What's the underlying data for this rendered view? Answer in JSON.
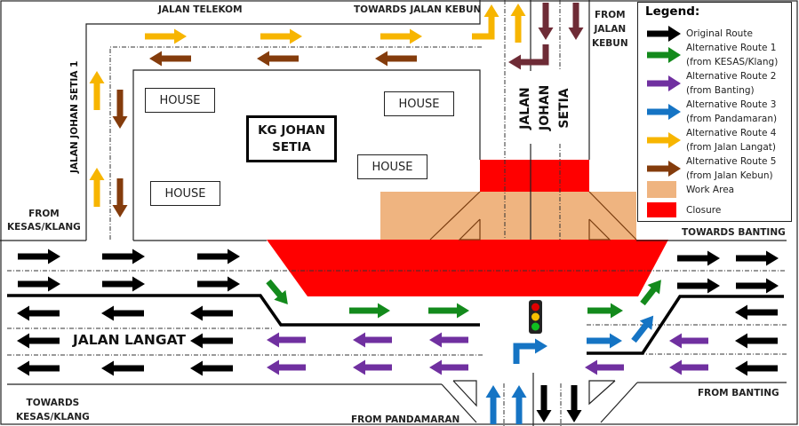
{
  "colors": {
    "original": "#000000",
    "alt1": "#138a1c",
    "alt2": "#7030a0",
    "alt3": "#1574c4",
    "alt4": "#f7b500",
    "alt5": "#843c0c",
    "alt5_dark": "#6e2b36",
    "work_area": "#efb480",
    "closure": "#ff0000"
  },
  "labels": {
    "jalan_telekom": "JALAN TELEKOM",
    "towards_jalan_kebun": "TOWARDS JALAN KEBUN",
    "from_jalan_kebun": [
      "FROM",
      "JALAN",
      "KEBUN"
    ],
    "jalan_johan_setia_1": "JALAN JOHAN SETIA 1",
    "from_kesas_klang": [
      "FROM",
      "KESAS/KLANG"
    ],
    "towards_kesas_klang": [
      "TOWARDS",
      "KESAS/KLANG"
    ],
    "jalan_langat": "JALAN LANGAT",
    "from_pandamaran": "FROM PANDAMARAN",
    "towards_banting": "TOWARDS BANTING",
    "from_banting": "FROM BANTING",
    "jalan_johan_setia": [
      "JALAN",
      "JOHAN",
      "SETIA"
    ],
    "village": [
      "KG JOHAN",
      "SETIA"
    ],
    "houses": [
      "HOUSE",
      "HOUSE",
      "HOUSE",
      "HOUSE"
    ]
  },
  "legend": {
    "title": "Legend:",
    "items": [
      {
        "key": "original",
        "symbol": "arrow",
        "lines": [
          "Original Route"
        ]
      },
      {
        "key": "alt1",
        "symbol": "arrow",
        "lines": [
          "Alternative Route 1",
          "(from KESAS/Klang)"
        ]
      },
      {
        "key": "alt2",
        "symbol": "arrow",
        "lines": [
          "Alternative Route 2",
          "(from Banting)"
        ]
      },
      {
        "key": "alt3",
        "symbol": "arrow",
        "lines": [
          "Alternative Route 3",
          "(from Pandamaran)"
        ]
      },
      {
        "key": "alt4",
        "symbol": "arrow",
        "lines": [
          "Alternative Route 4",
          "(from Jalan Langat)"
        ]
      },
      {
        "key": "alt5",
        "symbol": "arrow",
        "lines": [
          "Alternative Route 5",
          "(from Jalan Kebun)"
        ]
      },
      {
        "key": "work_area",
        "symbol": "box",
        "lines": [
          "Work Area"
        ]
      },
      {
        "key": "closure",
        "symbol": "box",
        "lines": [
          "Closure"
        ]
      }
    ]
  },
  "traffic_light": {
    "lights": [
      "red",
      "amber",
      "green"
    ]
  }
}
